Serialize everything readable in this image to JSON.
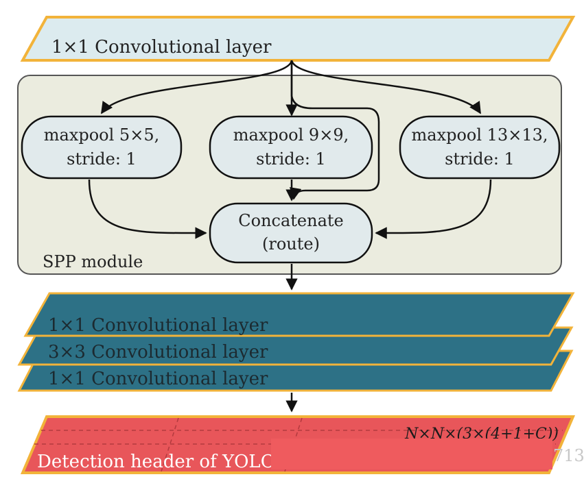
{
  "colors": {
    "orange_border": "#f2b33a",
    "light_blue": "#dcebef",
    "teal": "#2d7186",
    "teal_stroke": "#1d5464",
    "red": "#e8565a",
    "red_bright": "#ef5b5e",
    "module_bg": "#ebecdf",
    "node_fill": "#e1eaec",
    "arrow": "#111111"
  },
  "top_layer": {
    "label": "1×1 Convolutional layer"
  },
  "spp": {
    "module_label": "SPP module",
    "pools": [
      {
        "line1": "maxpool 5×5,",
        "line2": "stride: 1"
      },
      {
        "line1": "maxpool 9×9,",
        "line2": "stride: 1"
      },
      {
        "line1": "maxpool 13×13,",
        "line2": "stride: 1"
      }
    ],
    "concat": {
      "line1": "Concatenate",
      "line2": "(route)"
    }
  },
  "stack": {
    "layers": [
      {
        "label": "1×1 Convolutional layer"
      },
      {
        "label": "3×3 Convolutional layer"
      },
      {
        "label": "1×1 Convolutional layer"
      }
    ]
  },
  "detection": {
    "label": "Detection header of YOLO",
    "formula": "N×N×(3×(4+1+C))",
    "page_number": "713"
  }
}
